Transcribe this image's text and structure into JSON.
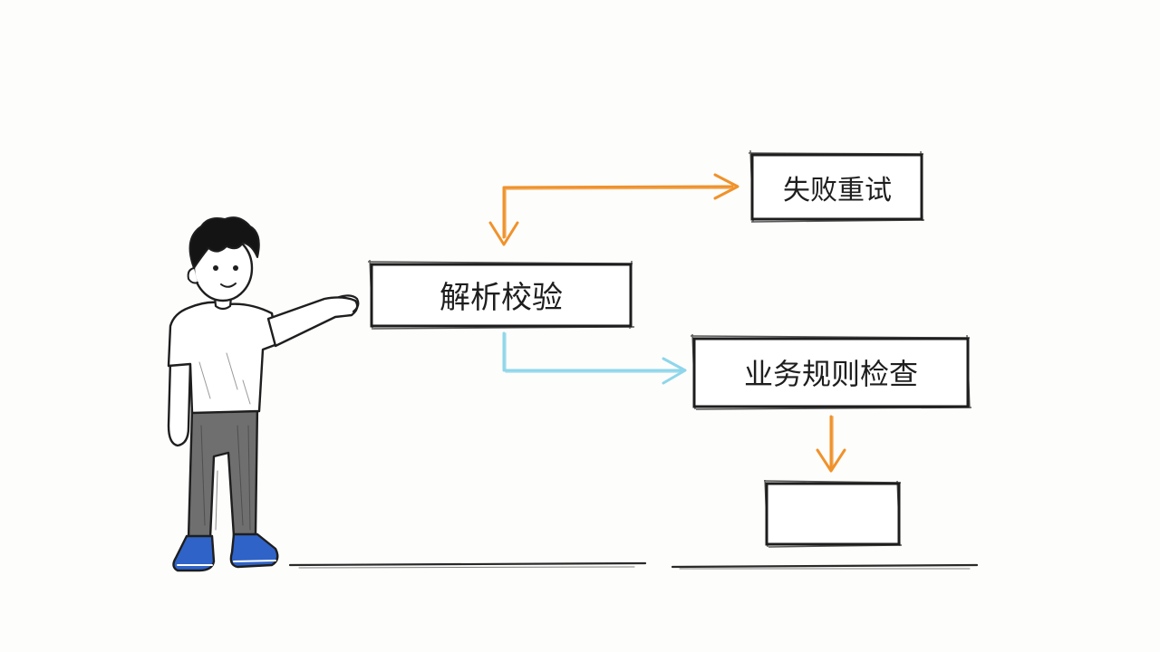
{
  "diagram": {
    "nodes": {
      "parse_validate": {
        "label": "解析校验"
      },
      "retry_on_failure": {
        "label": "失败重试"
      },
      "business_rule_check": {
        "label": "业务规则检查"
      },
      "next_step": {
        "label": ""
      }
    },
    "edges": [
      {
        "from": "parse_validate",
        "to": "retry_on_failure",
        "color": "#f0922b"
      },
      {
        "from": "retry_on_failure",
        "to": "parse_validate",
        "color": "#f0922b"
      },
      {
        "from": "parse_validate",
        "to": "business_rule_check",
        "color": "#8fd6ea"
      },
      {
        "from": "business_rule_check",
        "to": "next_step",
        "color": "#f0922b"
      }
    ]
  },
  "colors": {
    "ink": "#1e1e1e",
    "orange": "#f0922b",
    "light_blue": "#8fd6ea",
    "shoe_blue": "#2f63c8",
    "pants_gray": "#6f6f6f",
    "hair": "#141414"
  }
}
